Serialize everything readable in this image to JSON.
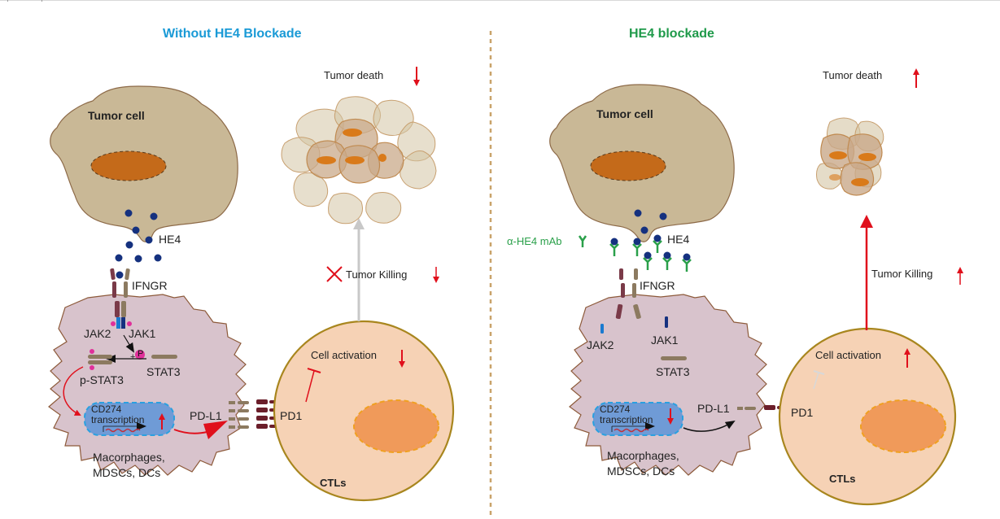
{
  "panels": {
    "left": {
      "title": "Without HE4 Blockade",
      "tumor_cell_label": "Tumor cell",
      "tumor_death_label": "Tumor death",
      "tumor_death_direction": "down",
      "he4_label": "HE4",
      "receptor_label": "IFNGR",
      "jak2_label": "JAK2",
      "jak1_label": "JAK1",
      "phospho_label": "P",
      "phospho_plus": "+",
      "pstat3_label": "p-STAT3",
      "stat3_label": "STAT3",
      "transcription_line1": "CD274",
      "transcription_line2": "transcription",
      "transcription_direction": "up",
      "pdl1_label": "PD-L1",
      "pd1_label": "PD1",
      "myeloid_line1": "Macorphages,",
      "myeloid_line2": "MDSCs, DCs",
      "cell_activation_label": "Cell activation",
      "cell_activation_direction": "down",
      "tumor_killing_label": "Tumor Killing",
      "tumor_killing_direction": "down",
      "tumor_killing_blocked": true,
      "ctl_label": "CTLs"
    },
    "right": {
      "title": "HE4 blockade",
      "antibody_label": "α-HE4 mAb",
      "tumor_cell_label": "Tumor cell",
      "tumor_death_label": "Tumor death",
      "tumor_death_direction": "up",
      "he4_label": "HE4",
      "receptor_label": "IFNGR",
      "jak2_label": "JAK2",
      "jak1_label": "JAK1",
      "stat3_label": "STAT3",
      "transcription_line1": "CD274",
      "transcription_line2": "transcription",
      "transcription_direction": "down",
      "pdl1_label": "PD-L1",
      "pd1_label": "PD1",
      "myeloid_line1": "Macorphages,",
      "myeloid_line2": "MDSCs, DCs",
      "cell_activation_label": "Cell activation",
      "cell_activation_direction": "up",
      "tumor_killing_label": "Tumor Killing",
      "tumor_killing_direction": "up",
      "ctl_label": "CTLs"
    }
  },
  "colors": {
    "title_left": "#1a9ad6",
    "title_right": "#1f9a4a",
    "tumor_cell": "#c9b896",
    "tumor_nucleus": "#c46a1a",
    "myeloid_cell": "#d8c3cc",
    "ctl_cell": "#f6d2b5",
    "ctl_nucleus": "#f09a5a",
    "he4": "#15317f",
    "antibody": "#2aa04a",
    "arrow_red": "#e0101c",
    "divider": "#c9a36a"
  }
}
